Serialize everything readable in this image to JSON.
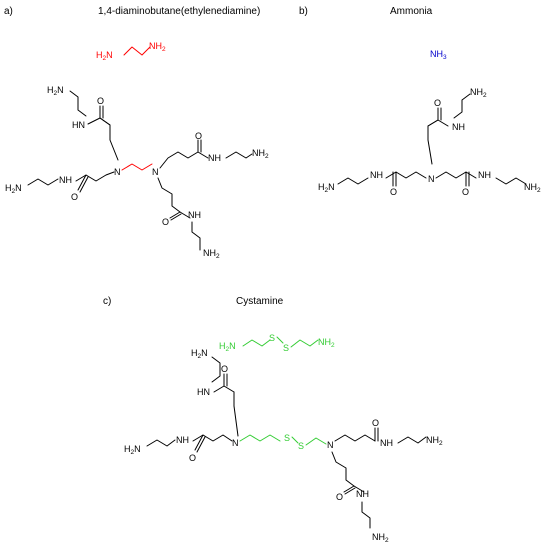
{
  "panels": {
    "a": {
      "letter": "a)",
      "title": "1,4-diaminobutane(ethylenediamine)",
      "core_color": "#ff0000",
      "core_formula_left": "H2N",
      "core_formula_right": "NH2"
    },
    "b": {
      "letter": "b)",
      "title": "Ammonia",
      "core_color": "#0000cc",
      "core_formula": "NH3"
    },
    "c": {
      "letter": "c)",
      "title": "Cystamine",
      "core_color": "#33cc33",
      "core_formula_left": "H2N",
      "core_formula_s": "S",
      "core_formula_right": "NH2"
    }
  },
  "atoms": {
    "amine": "H2N",
    "amine_r": "NH2",
    "amide_nh": "NH",
    "amide_hn": "HN",
    "oxygen": "O",
    "nitrogen": "N",
    "sulfur": "S"
  }
}
